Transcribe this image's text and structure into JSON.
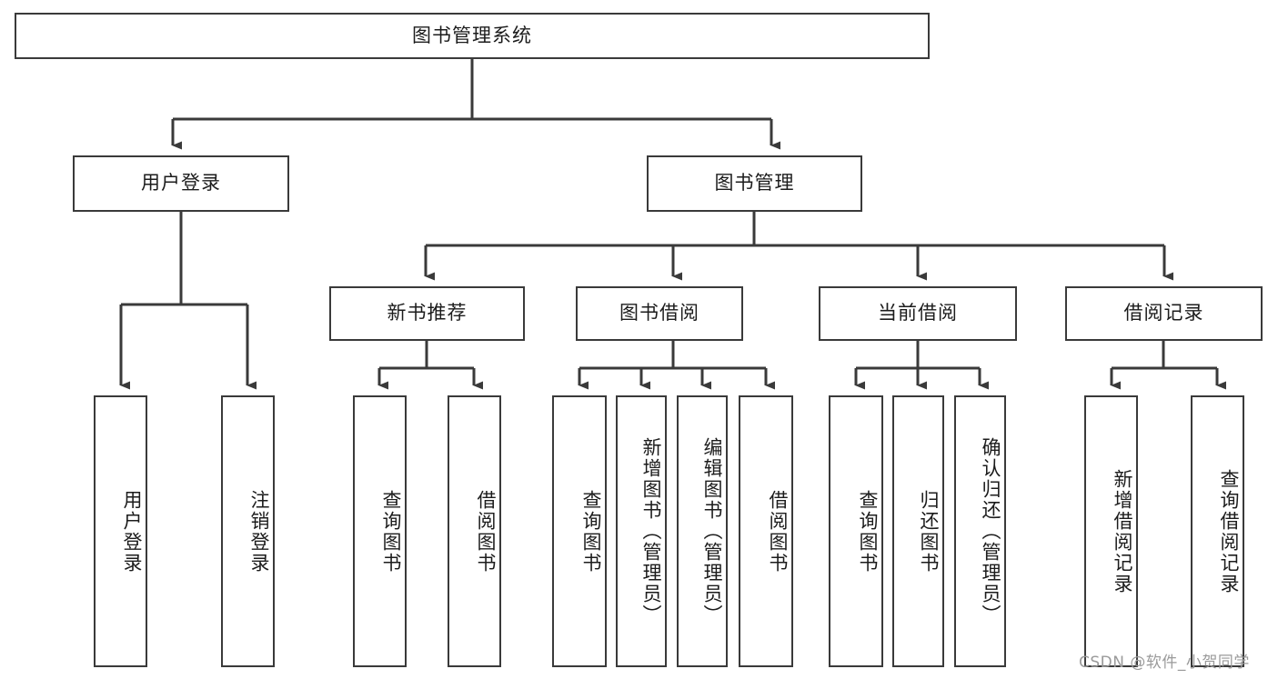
{
  "diagram": {
    "title": "图书管理系统",
    "type": "hierarchy-tree",
    "root": {
      "label": "图书管理系统"
    },
    "level2": [
      {
        "label": "用户登录"
      },
      {
        "label": "图书管理"
      }
    ],
    "level3": [
      {
        "label": "新书推荐"
      },
      {
        "label": "图书借阅"
      },
      {
        "label": "当前借阅"
      },
      {
        "label": "借阅记录"
      }
    ],
    "leaves": {
      "user_login": [
        {
          "label": "用户登录"
        },
        {
          "label": "注销登录"
        }
      ],
      "new_book_recommend": [
        {
          "label": "查询图书"
        },
        {
          "label": "借阅图书"
        }
      ],
      "book_borrow": [
        {
          "label": "查询图书"
        },
        {
          "label": "新增图书（管理员）"
        },
        {
          "label": "编辑图书（管理员）"
        },
        {
          "label": "借阅图书"
        }
      ],
      "current_borrow": [
        {
          "label": "查询图书"
        },
        {
          "label": "归还图书"
        },
        {
          "label": "确认归还（管理员）"
        }
      ],
      "borrow_record": [
        {
          "label": "新增借阅记录"
        },
        {
          "label": "查询借阅记录"
        }
      ]
    }
  },
  "watermark": {
    "text": "CSDN @软件_小贺同学"
  },
  "colors": {
    "stroke": "#3a3a3a",
    "fill": "#ffffff",
    "text": "#1c1c1c",
    "watermark": "#9a9a9a"
  }
}
